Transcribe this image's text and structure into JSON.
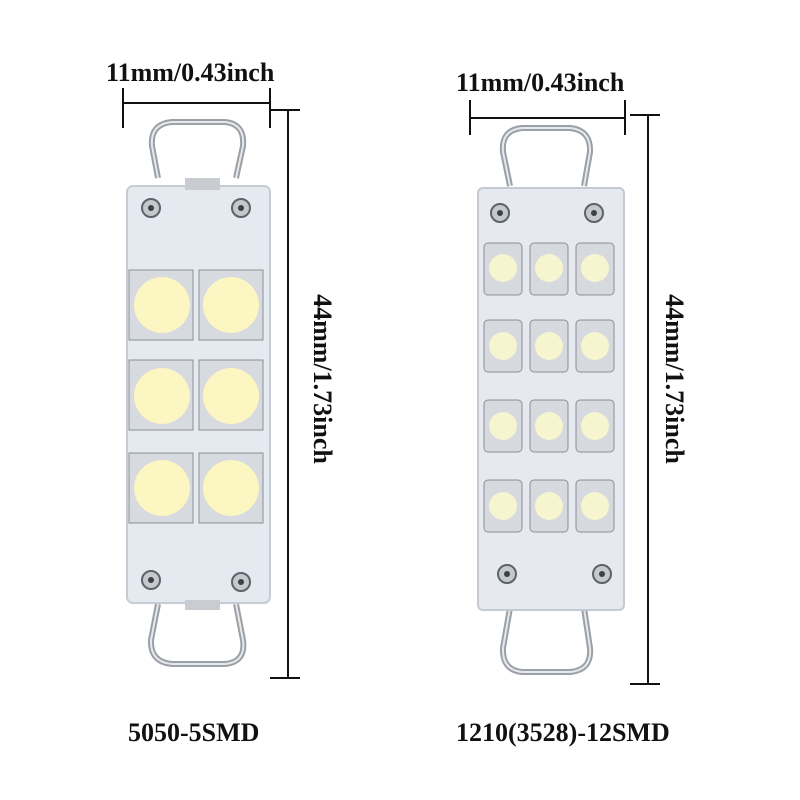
{
  "left_product": {
    "width_label": "11mm/0.43inch",
    "length_label": "44mm/1.73inch",
    "model_label": "5050-5SMD",
    "led_color": "#fdf7c8"
  },
  "right_product": {
    "width_label": "11mm/0.43inch",
    "length_label": "44mm/1.73inch",
    "model_label": "1210(3528)-12SMD",
    "led_color": "#f6f3d0"
  },
  "colors": {
    "pcb": "#e6ebf2",
    "wire": "#9aa0a6",
    "dimension_line": "#111111"
  }
}
